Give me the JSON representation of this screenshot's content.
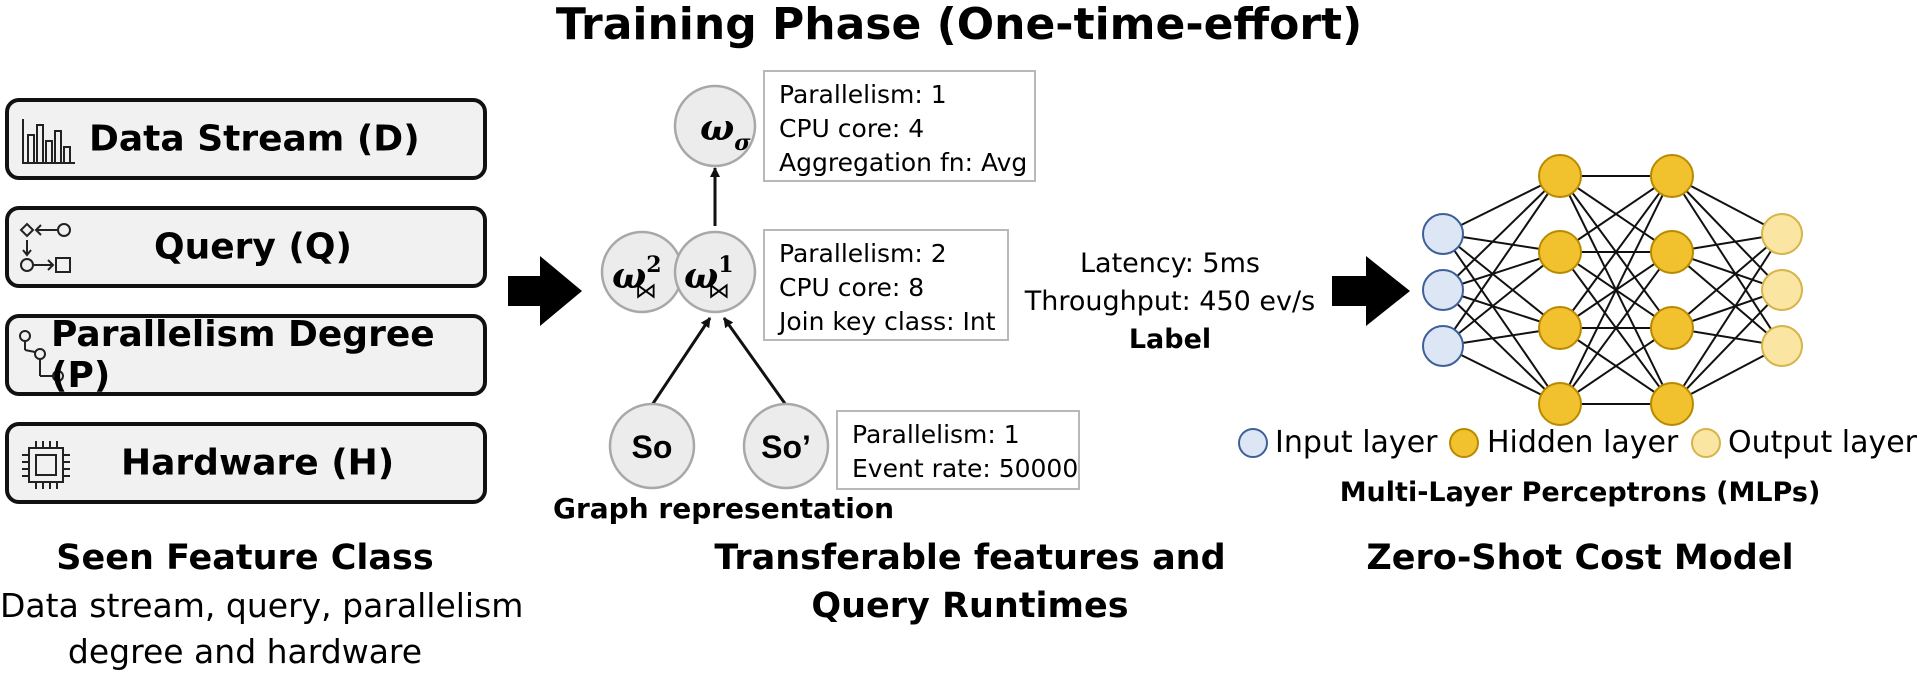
{
  "title": "Training Phase (One-time-effort)",
  "features": [
    {
      "label": "Data Stream (D)",
      "icon": "bar-chart-icon"
    },
    {
      "label": "Query (Q)",
      "icon": "flow-icon"
    },
    {
      "label": "Parallelism Degree (P)",
      "icon": "branch-icon"
    },
    {
      "label": "Hardware (H)",
      "icon": "chip-icon"
    }
  ],
  "seen": {
    "title": "Seen Feature Class",
    "line1": "Data stream, query, parallelism",
    "line2": "degree and hardware"
  },
  "graph": {
    "nodes": {
      "agg": {
        "base": "ω",
        "sub": "σ"
      },
      "join2": {
        "base": "ω",
        "sup": "2",
        "sub": "⋈"
      },
      "join1": {
        "base": "ω",
        "sup": "1",
        "sub": "⋈"
      },
      "source1": "So",
      "source2": "So’"
    },
    "agg_info": [
      "Parallelism: 1",
      "CPU core: 4",
      "Aggregation fn: Avg"
    ],
    "join_info": [
      "Parallelism: 2",
      "CPU core: 8",
      "Join key class: Int"
    ],
    "source_info": [
      "Parallelism: 1",
      "Event rate: 50000"
    ],
    "caption": "Graph representation"
  },
  "transferable": {
    "line1": "Transferable features and",
    "line2": "Query Runtimes"
  },
  "label_block": {
    "latency": "Latency: 5ms",
    "throughput": "Throughput: 450 ev/s",
    "label": "Label"
  },
  "mlp": {
    "layers": [
      3,
      4,
      4,
      3
    ],
    "colors": {
      "input_fill": "#dce6f4",
      "input_stroke": "#3e5f99",
      "hidden_fill": "#f2c12e",
      "hidden_stroke": "#b98a00",
      "output_fill": "#fae6a2",
      "output_stroke": "#d6b44a"
    },
    "legend": {
      "input": "Input layer",
      "hidden": "Hidden layer",
      "output": "Output layer"
    },
    "caption": "Multi-Layer Perceptrons (MLPs)"
  },
  "zero_shot": {
    "title": "Zero-Shot Cost Model"
  }
}
